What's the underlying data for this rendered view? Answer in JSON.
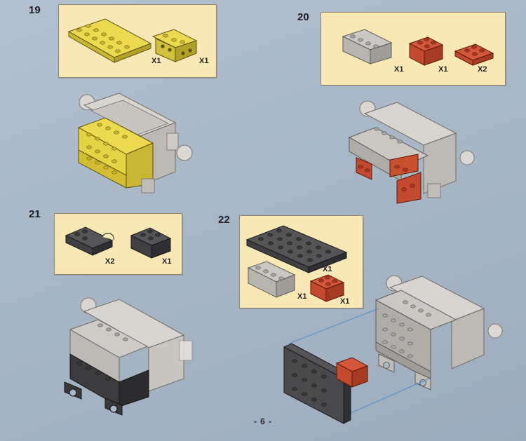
{
  "steps": [
    {
      "number": "19",
      "parts": [
        {
          "qty": "X1"
        },
        {
          "qty": "X1"
        }
      ]
    },
    {
      "number": "20",
      "parts": [
        {
          "qty": "X1"
        },
        {
          "qty": "X1"
        },
        {
          "qty": "X2"
        }
      ]
    },
    {
      "number": "21",
      "parts": [
        {
          "qty": "X2"
        },
        {
          "qty": "X1"
        }
      ]
    },
    {
      "number": "22",
      "parts": [
        {
          "qty": "X1"
        },
        {
          "qty": "X1"
        },
        {
          "qty": "X1"
        }
      ]
    }
  ],
  "page_number": "- 6 -",
  "colors": {
    "parts_box_bg": "#f7e8b6",
    "page_bg": "#a9b8c7",
    "yellow_brick": "#e9d64a",
    "light_gray_brick": "#bfbcb8",
    "red_brick": "#c9482e",
    "dark_gray_brick": "#4a4a4c"
  }
}
